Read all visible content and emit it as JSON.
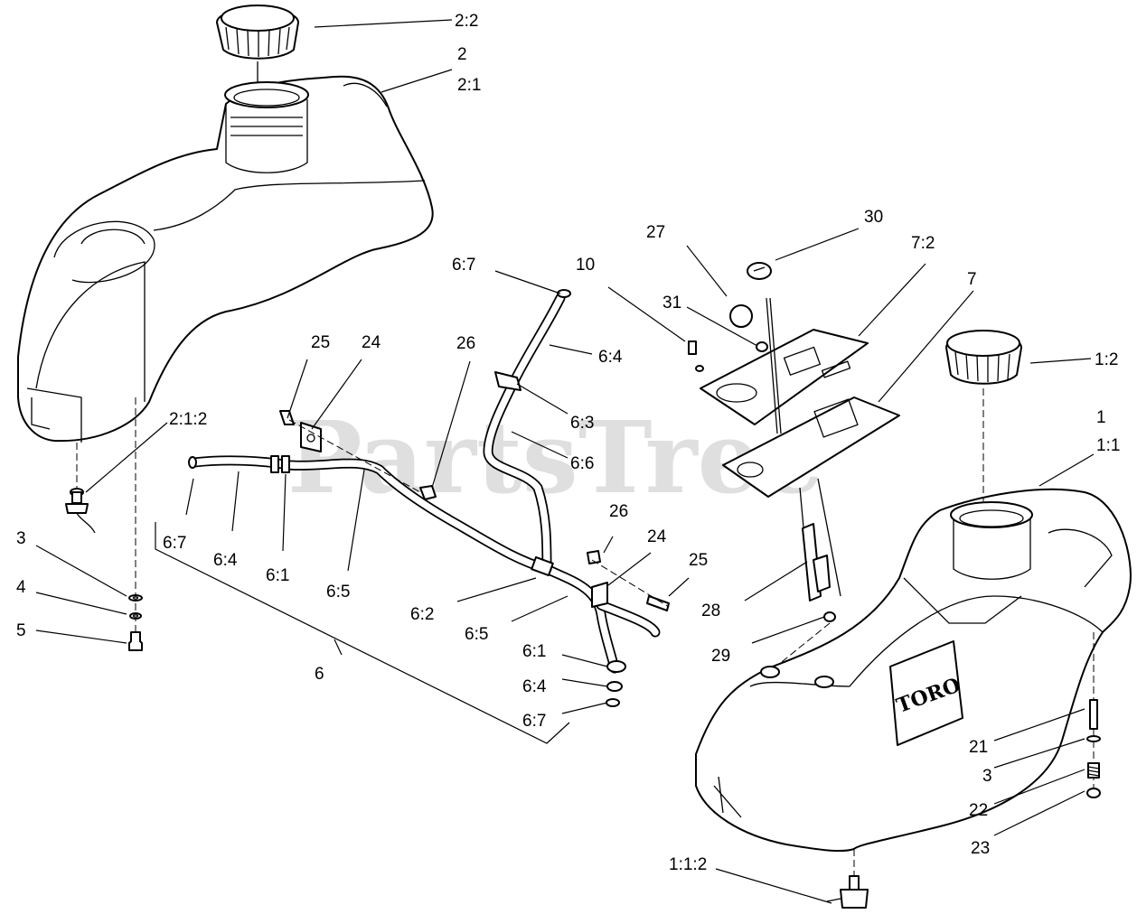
{
  "watermark": {
    "text": "PartsTree",
    "mark": "TM"
  },
  "brand_logo": "TORO",
  "callouts": {
    "c_2_2": "2:2",
    "c_2": "2",
    "c_2_1": "2:1",
    "c_2_1_2": "2:1:2",
    "c_3a": "3",
    "c_4": "4",
    "c_5": "5",
    "c_25a": "25",
    "c_24a": "24",
    "c_26a": "26",
    "c_6_7a": "6:7",
    "c_6_4a": "6:4",
    "c_6_3": "6:3",
    "c_6_6": "6:6",
    "c_6_7b": "6:7",
    "c_6_4b": "6:4",
    "c_6_1a": "6:1",
    "c_6_5a": "6:5",
    "c_6_2": "6:2",
    "c_6_5b": "6:5",
    "c_6_1b": "6:1",
    "c_6_4c": "6:4",
    "c_6_7c": "6:7",
    "c_6": "6",
    "c_26b": "26",
    "c_24b": "24",
    "c_25b": "25",
    "c_10": "10",
    "c_27": "27",
    "c_31": "31",
    "c_30": "30",
    "c_7_2": "7:2",
    "c_7": "7",
    "c_28": "28",
    "c_29": "29",
    "c_1_2": "1:2",
    "c_1": "1",
    "c_1_1": "1:1",
    "c_21": "21",
    "c_3b": "3",
    "c_22": "22",
    "c_23": "23",
    "c_1_1_2": "1:1:2"
  }
}
